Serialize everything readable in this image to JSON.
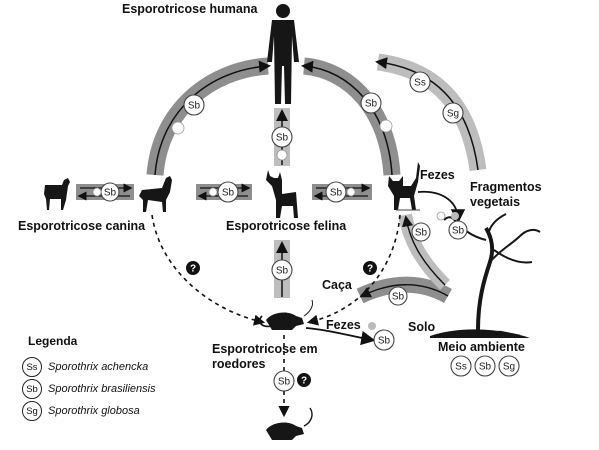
{
  "labels": {
    "human": "Esporotricose humana",
    "canine": "Esporotricose canina",
    "feline": "Esporotricose felina",
    "rodents": "Esporotricose em\nroedores",
    "fragments": "Fragmentos\nvegetais",
    "feces_top": "Fezes",
    "feces_bottom": "Fezes",
    "hunting": "Caça",
    "soil": "Solo",
    "environment": "Meio ambiente"
  },
  "legend": {
    "title": "Legenda",
    "items": [
      {
        "code": "Ss",
        "name": "Sporothrix achencka"
      },
      {
        "code": "Sb",
        "name": "Sporothrix brasiliensis"
      },
      {
        "code": "Sg",
        "name": "Sporothrix globosa"
      }
    ]
  },
  "species_codes": {
    "ss": "Ss",
    "sb": "Sb",
    "sg": "Sg"
  },
  "unknown_symbol": "?",
  "colors": {
    "band": "#8e8e8e",
    "band_light": "#bdbdbd",
    "stroke": "#111111",
    "silhouette": "#161616"
  }
}
